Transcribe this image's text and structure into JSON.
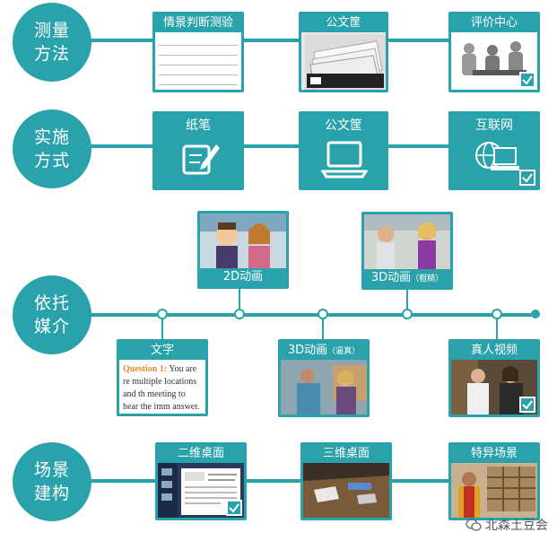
{
  "rows": [
    {
      "label": "测量\n方法"
    },
    {
      "label": "实施\n方式"
    },
    {
      "label": "依托\n媒介"
    },
    {
      "label": "场景\n建构"
    }
  ],
  "measure": {
    "card1": {
      "title": "情景判断测验"
    },
    "card2": {
      "title": "公文筐"
    },
    "card3": {
      "title": "评价中心"
    }
  },
  "implement": {
    "card1": {
      "title": "纸笔"
    },
    "card2": {
      "title": "公文筐"
    },
    "card3": {
      "title": "互联网"
    }
  },
  "media": {
    "anim2d": {
      "title": "2D动画"
    },
    "anim3d_rough": {
      "title": "3D动画",
      "sub": "（粗糙）"
    },
    "text": {
      "title": "文字",
      "q_label": "Question 1:",
      "body": "You are re multiple locations and th meeting to hear the imm answer."
    },
    "anim3d_real": {
      "title": "3D动画",
      "sub": "（逼真）"
    },
    "video": {
      "title": "真人视频"
    }
  },
  "scene": {
    "card1": {
      "title": "二维桌面"
    },
    "card2": {
      "title": "三维桌面"
    },
    "card3": {
      "title": "特异场景"
    }
  },
  "watermark": "北森土豆会",
  "colors": {
    "accent": "#2aa2ab"
  }
}
